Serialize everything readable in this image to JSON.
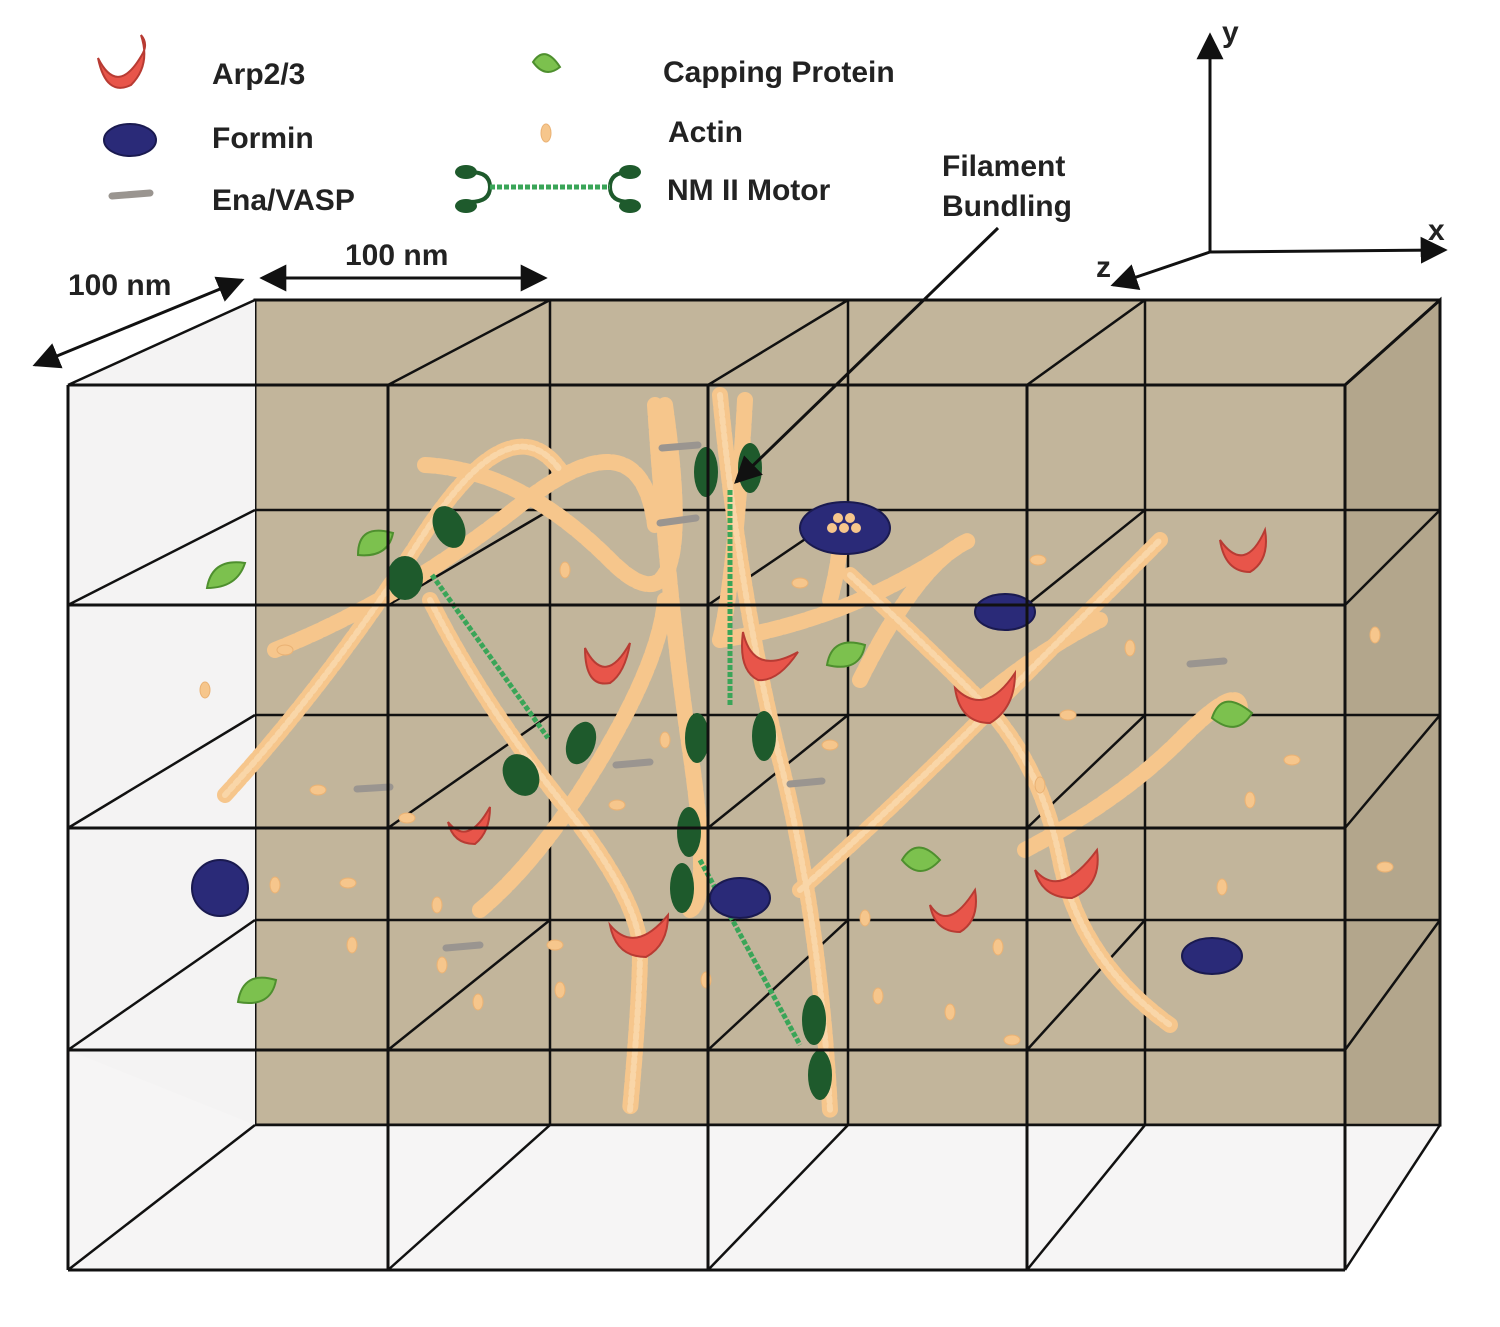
{
  "legend": {
    "arp23": "Arp2/3",
    "formin": "Formin",
    "ena_vasp": "Ena/VASP",
    "capping_protein": "Capping Protein",
    "actin": "Actin",
    "nm2_motor": "NM II Motor"
  },
  "annotations": {
    "bundling_line1": "Filament",
    "bundling_line2": "Bundling"
  },
  "scale": {
    "depth": "100 nm",
    "width": "100 nm"
  },
  "axes": {
    "x": "x",
    "y": "y",
    "z": "z"
  },
  "colors": {
    "back_wall": "#c2b59b",
    "front_face": "#f5f4f4",
    "grid_line": "#111111",
    "arp23": "#e8554a",
    "formin": "#2a2a78",
    "ena_vasp": "#9a9590",
    "capping_protein": "#7cc14e",
    "actin": "#f6c68c",
    "nm2_motor_head": "#1e5a2c",
    "nm2_motor_tail": "#3aa558"
  }
}
